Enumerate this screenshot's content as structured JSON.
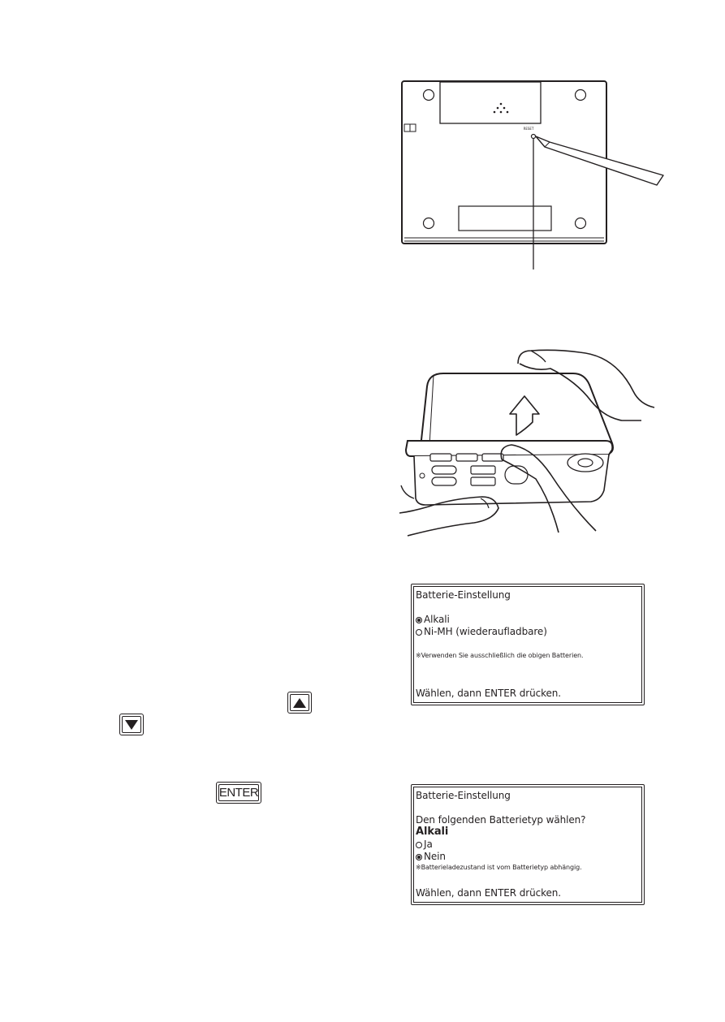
{
  "screen1": {
    "title": "Batterie-Einstellung",
    "option1": "Alkali",
    "option2": "Ni-MH (wiederaufladbare)",
    "note": "※Verwenden Sie ausschließlich die obigen Batterien.",
    "footer": "Wählen, dann ENTER drücken."
  },
  "screen2": {
    "title": "Batterie-Einstellung",
    "question": "Den folgenden Batterietyp wählen?",
    "type": "Alkali",
    "option1": "Ja",
    "option2": "Nein",
    "note": "※Batterieladezustand ist vom Batterietyp abhängig.",
    "footer": "Wählen, dann ENTER drücken."
  },
  "keys": {
    "enter_label": "ENTER",
    "up_icon": "triangle-up-icon",
    "down_icon": "triangle-down-icon"
  },
  "device_back": {
    "reset_label": "RESET"
  }
}
